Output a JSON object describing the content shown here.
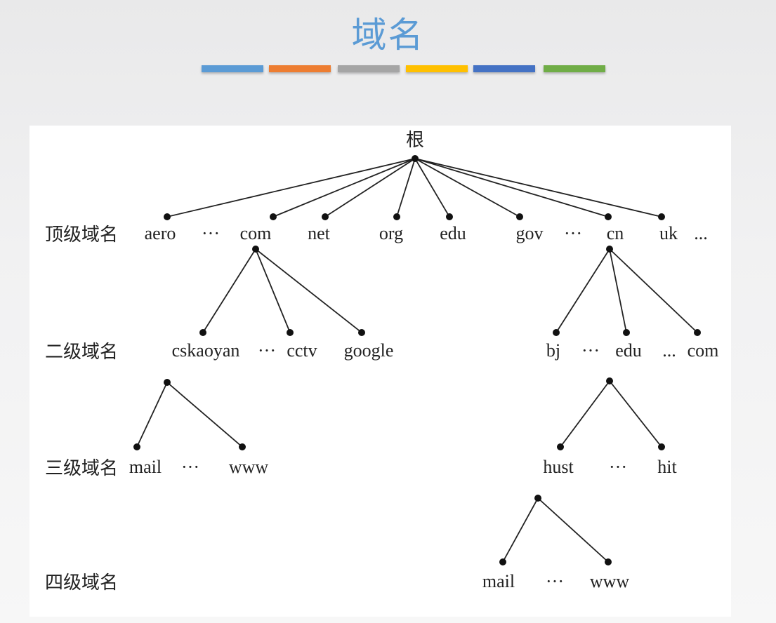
{
  "title": "域名",
  "color_bars": [
    "#5b9bd5",
    "#ed7d31",
    "#a5a5a5",
    "#ffc000",
    "#4472c4",
    "#70ad47"
  ],
  "root_label": "根",
  "levels": {
    "top": "顶级域名",
    "second": "二级域名",
    "third": "三级域名",
    "fourth": "四级域名"
  },
  "tld": {
    "aero": "aero",
    "ellipsis1": "···",
    "com": "com",
    "net": "net",
    "org": "org",
    "edu": "edu",
    "gov": "gov",
    "ellipsis2": "···",
    "cn": "cn",
    "uk": "uk",
    "ellipsis3": "..."
  },
  "second": {
    "cskaoyan": "cskaoyan",
    "ellipsis1": "···",
    "cctv": "cctv",
    "google": "google",
    "bj": "bj",
    "ellipsis2": "···",
    "edu": "edu",
    "ellipsis3": "...",
    "com": "com"
  },
  "third": {
    "mail": "mail",
    "ellipsis1": "···",
    "www": "www",
    "hust": "hust",
    "ellipsis2": "···",
    "hit": "hit"
  },
  "fourth": {
    "mail": "mail",
    "ellipsis": "···",
    "www": "www"
  }
}
